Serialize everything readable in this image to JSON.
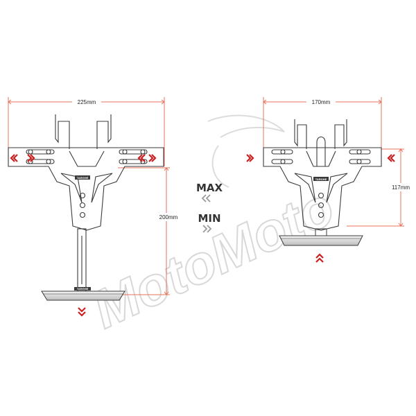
{
  "watermark": {
    "text": "MotoMoto"
  },
  "left_diagram": {
    "width_label": "225mm",
    "height_label": "200mm",
    "brand_label_top": "TARGHE",
    "brand_label_plate": "TARGHE"
  },
  "right_diagram": {
    "width_label": "170mm",
    "height_label": "117mm",
    "brand_label_top": "TARGHE"
  },
  "center": {
    "max_label": "MAX",
    "min_label": "MIN"
  },
  "colors": {
    "dimension_line": "#e8705a",
    "arrow_red": "#cc1f1f",
    "outline": "#3a3a3a",
    "gray_arrow": "#9a9a9a",
    "watermark": "#d8d8d8"
  }
}
